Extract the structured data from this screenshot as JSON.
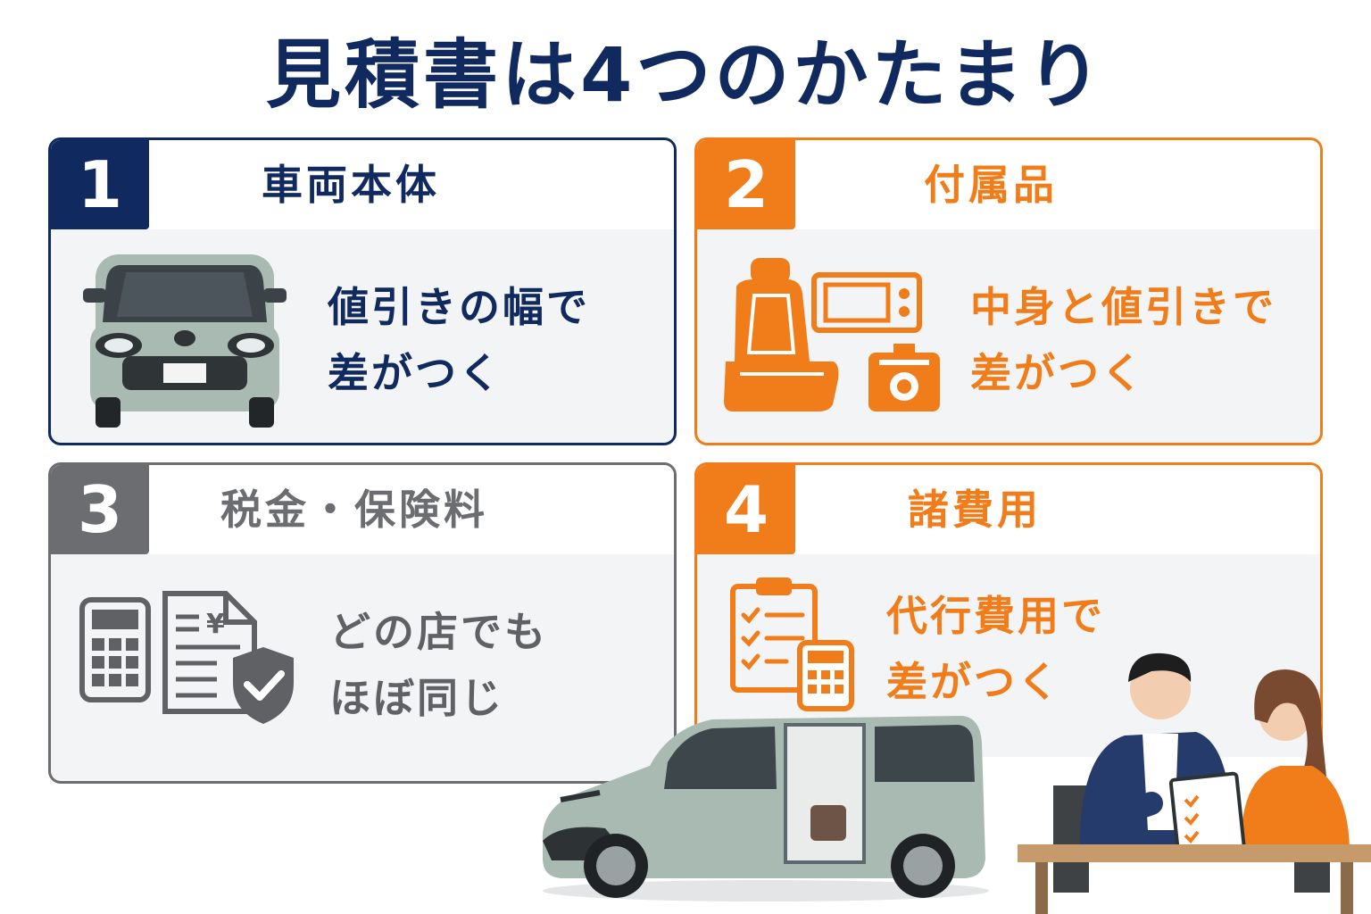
{
  "title": "見積書は4つのかたまり",
  "cards": [
    {
      "number": "1",
      "label": "車両本体",
      "desc_line1": "値引きの幅で",
      "desc_line2": "差がつく"
    },
    {
      "number": "2",
      "label": "付属品",
      "desc_line1": "中身と値引きで",
      "desc_line2": "差がつく"
    },
    {
      "number": "3",
      "label": "税金・保険料",
      "desc_line1": "どの店でも",
      "desc_line2": "ほぼ同じ"
    },
    {
      "number": "4",
      "label": "諸費用",
      "desc_line1": "代行費用で",
      "desc_line2": "差がつく"
    }
  ],
  "icons": {
    "card1": [
      "front-car-icon"
    ],
    "card2": [
      "car-seat-icon",
      "car-navigation-icon",
      "dashcam-icon"
    ],
    "card3": [
      "calculator-icon",
      "yen-document-icon",
      "shield-check-icon"
    ],
    "card4": [
      "checklist-clipboard-icon",
      "calculator-icon"
    ]
  },
  "colors": {
    "navy": "#10295e",
    "orange": "#f07d1a",
    "gray": "#6b6d70",
    "car_body": "#a9bab2"
  }
}
